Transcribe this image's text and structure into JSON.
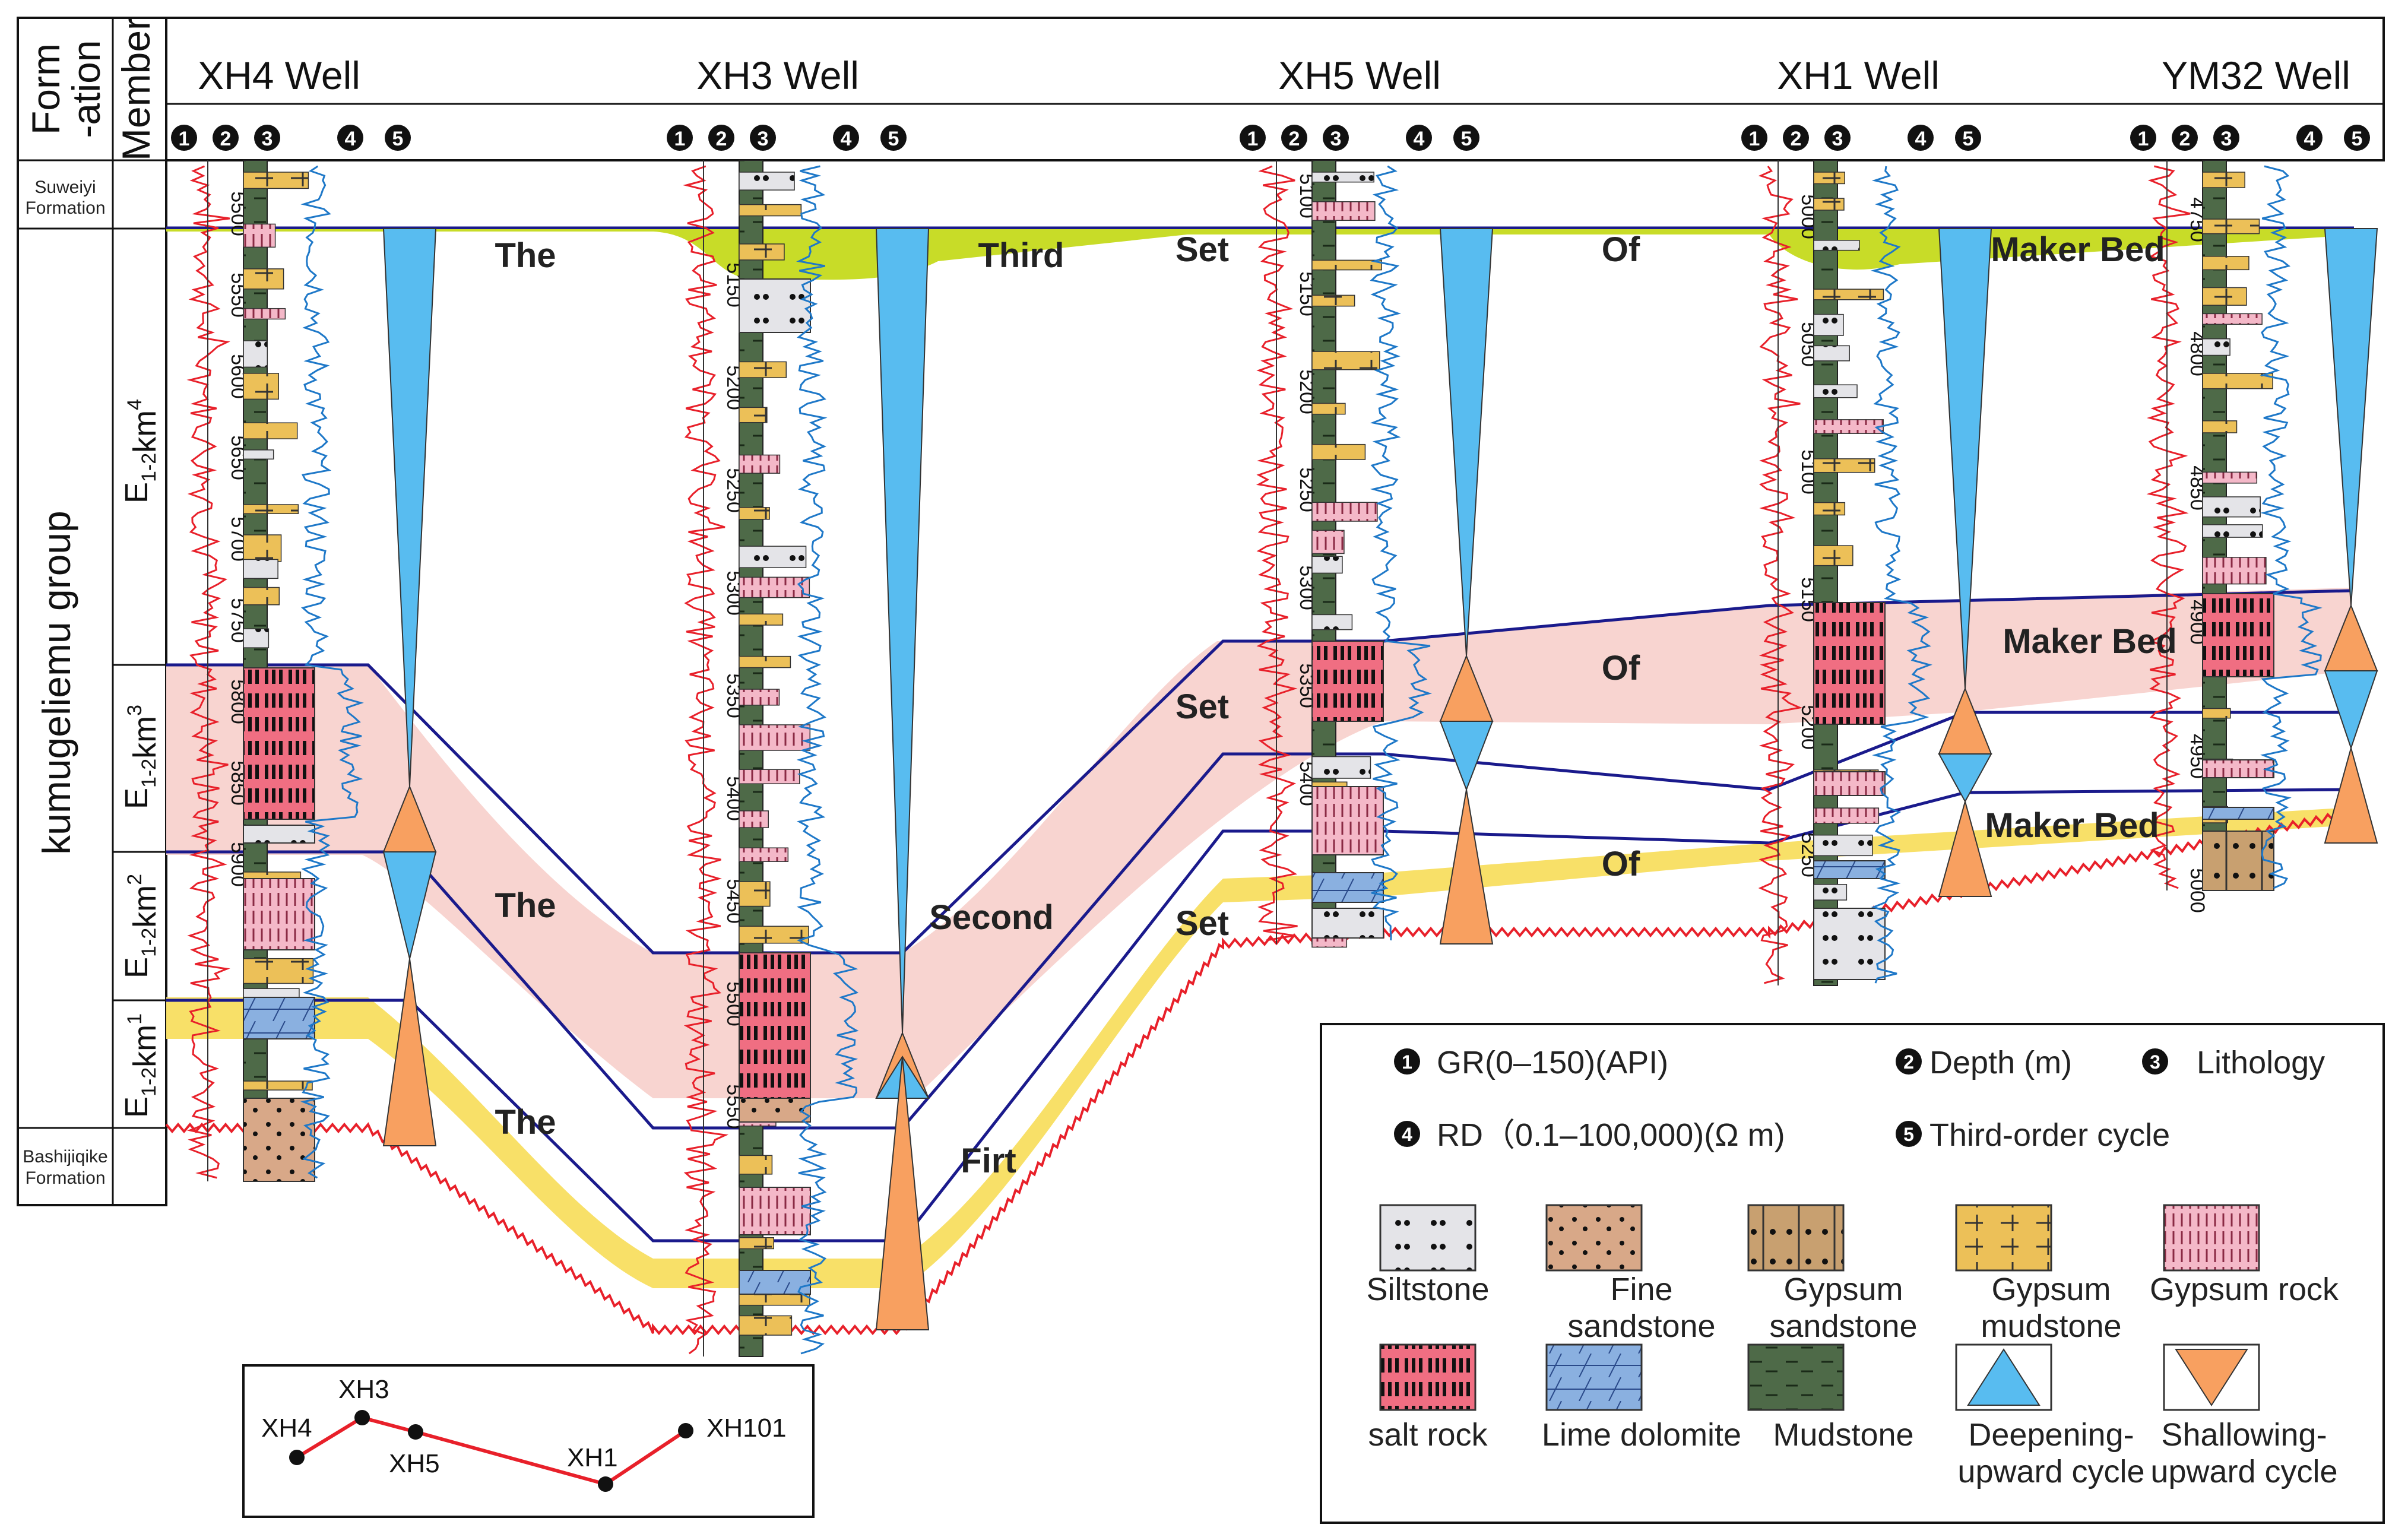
{
  "header": {
    "formation_label": [
      "Form",
      "-ation"
    ],
    "member_label": "Member",
    "wells": [
      "XH4  Well",
      "XH3 Well",
      "XH5 Well",
      "XH1 Well",
      "YM32 Well"
    ],
    "track_numbers": [
      "1",
      "2",
      "3",
      "4",
      "5"
    ]
  },
  "formations": {
    "top": [
      "Suweiyi",
      "Formation"
    ],
    "group": "kumugeliemu group",
    "bottom": [
      "Bashijiqike",
      "Formation"
    ]
  },
  "members": [
    {
      "base": "E",
      "sub": "1-2",
      "main": "km",
      "sup": "4"
    },
    {
      "base": "E",
      "sub": "1-2",
      "main": "km",
      "sup": "3"
    },
    {
      "base": "E",
      "sub": "1-2",
      "main": "km",
      "sup": "2"
    },
    {
      "base": "E",
      "sub": "1-2",
      "main": "km",
      "sup": "1"
    }
  ],
  "depths": {
    "XH4": [
      "5500",
      "5550",
      "5600",
      "5650",
      "5700",
      "5750",
      "5800",
      "5850",
      "5900"
    ],
    "XH3": [
      "5150",
      "5200",
      "5250",
      "5300",
      "5350",
      "5400",
      "5450",
      "5500",
      "5550"
    ],
    "XH5": [
      "5100",
      "5150",
      "5200",
      "5250",
      "5300",
      "5350",
      "5400"
    ],
    "XH1": [
      "5000",
      "5050",
      "5100",
      "5150",
      "5200",
      "5250"
    ],
    "YM32": [
      "4750",
      "4800",
      "4850",
      "4900",
      "4950",
      "5000"
    ]
  },
  "sequence_labels": {
    "third": [
      "The",
      "Third",
      "Set",
      "Of",
      "Maker Bed"
    ],
    "second": [
      "The",
      "Second",
      "Set",
      "Of",
      "Maker Bed"
    ],
    "first": [
      "The",
      "Set",
      "Firt",
      "Of",
      "Maker Bed"
    ]
  },
  "legend": {
    "gr": "GR(0–150)(API)",
    "depth": "Depth (m)",
    "lithology": "Lithology",
    "rd": "RD（0.1–100,000)(Ω m)",
    "cycle": "Third-order cycle",
    "items": [
      [
        "Siltstone"
      ],
      [
        "Fine",
        "sandstone"
      ],
      [
        "Gypsum",
        "sandstone"
      ],
      [
        "Gypsum",
        "mudstone"
      ],
      [
        "Gypsum rock"
      ],
      [
        "salt rock"
      ],
      [
        "Lime dolomite"
      ],
      [
        "Mudstone"
      ],
      [
        "Deepening-",
        "upward cycle"
      ],
      [
        "Shallowing-",
        "upward cycle"
      ]
    ],
    "colors": {
      "gr": "#e8202a",
      "rd": "#1e78c8",
      "third_band": "#c8dc28",
      "second_band": "#f8d4d0",
      "first_band": "#f8e068",
      "deepening": "#58bcf0",
      "shallowing": "#f8a060",
      "salt": "#f06e82",
      "mudstone": "#4e6a48",
      "boundary": "#1a1a8c"
    }
  },
  "location_map": {
    "wells": [
      "XH4",
      "XH3",
      "XH5",
      "XH1",
      "XH101"
    ]
  }
}
